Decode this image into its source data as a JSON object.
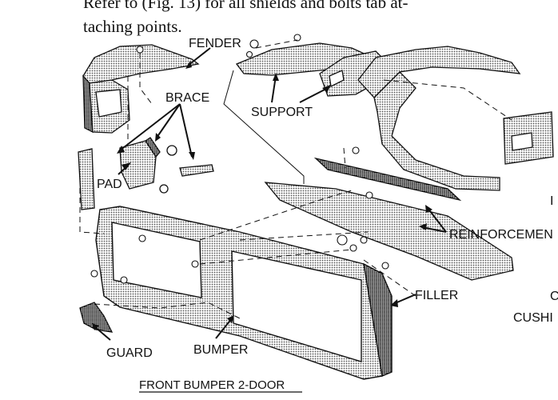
{
  "header_text": {
    "line1": "Refer to (Fig. 13) for all shields and bolts tab at-",
    "line2": "taching points."
  },
  "labels": {
    "fender": "FENDER",
    "brace": "BRACE",
    "support": "SUPPORT",
    "pad": "PAD",
    "reinforcement": "REINFORCEMEN",
    "filler": "FILLER",
    "cushion": "CUSHI",
    "guard": "GUARD",
    "bumper": "BUMPER",
    "edge_c": "C",
    "edge_i": "I"
  },
  "caption": "FRONT BUMPER 2-DOOR",
  "colors": {
    "ink": "#111111",
    "paper": "#ffffff",
    "shade": "#9a9a9a"
  }
}
